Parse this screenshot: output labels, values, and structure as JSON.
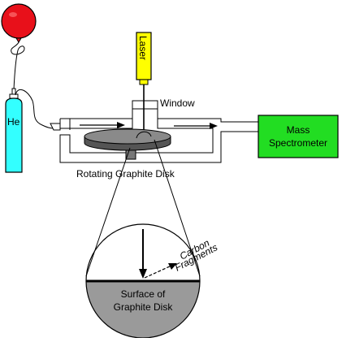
{
  "labels": {
    "he": "He",
    "laser": "Laser",
    "window": "Window",
    "mass_line1": "Mass",
    "mass_line2": "Spectrometer",
    "disk": "Rotating Graphite Disk",
    "carbon_line1": "Carbon",
    "carbon_line2": "Fragments",
    "surface_line1": "Surface of",
    "surface_line2": "Graphite Disk"
  },
  "colors": {
    "balloon": "#e8101a",
    "cylinder": "#33ffff",
    "laser": "#ffff00",
    "mass_spectrometer": "#22dd22",
    "disk_top": "#888888",
    "disk_side": "#555555",
    "surface": "#9a9a9a"
  }
}
